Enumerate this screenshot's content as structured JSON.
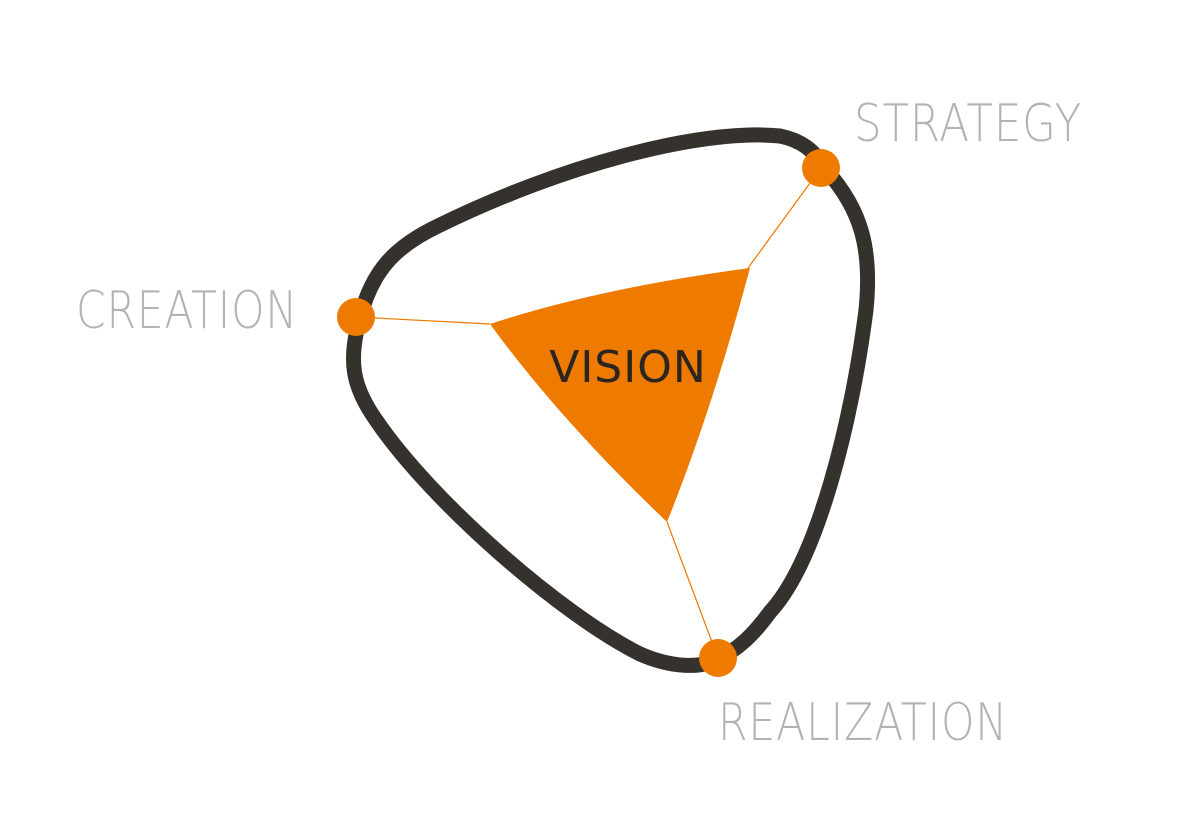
{
  "diagram": {
    "center_label": "VISION",
    "nodes": [
      {
        "id": "strategy",
        "label": "STRATEGY"
      },
      {
        "id": "creation",
        "label": "CREATION"
      },
      {
        "id": "realization",
        "label": "REALIZATION"
      }
    ]
  },
  "colors": {
    "accent": "#EE7A00",
    "loop": "#35322D",
    "label_gray": "#B3B3B3",
    "center_text": "#2A2521",
    "background": "#FFFFFF"
  }
}
